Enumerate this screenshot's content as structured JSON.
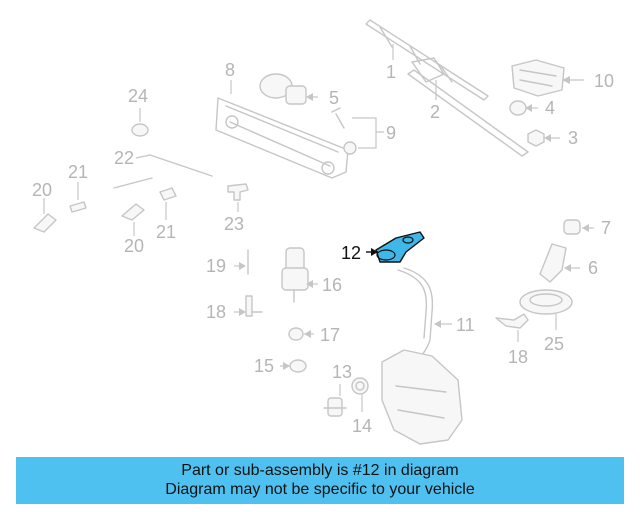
{
  "diagram": {
    "callouts": {
      "c1": "1",
      "c2": "2",
      "c3": "3",
      "c4": "4",
      "c5": "5",
      "c6": "6",
      "c7": "7",
      "c8": "8",
      "c9": "9",
      "c10": "10",
      "c11": "11",
      "c12": "12",
      "c13": "13",
      "c14": "14",
      "c15": "15",
      "c16": "16",
      "c17": "17",
      "c18a": "18",
      "c18b": "18",
      "c19": "19",
      "c20a": "20",
      "c20b": "20",
      "c21a": "21",
      "c21b": "21",
      "c22": "22",
      "c23": "23",
      "c24": "24",
      "c25": "25"
    },
    "highlight_color": "#3fb7e8",
    "banner_color": "#4fc1f0"
  },
  "banner": {
    "line1": "Part or sub-assembly is #12 in diagram",
    "line2": "Diagram may not be specific to your vehicle"
  }
}
